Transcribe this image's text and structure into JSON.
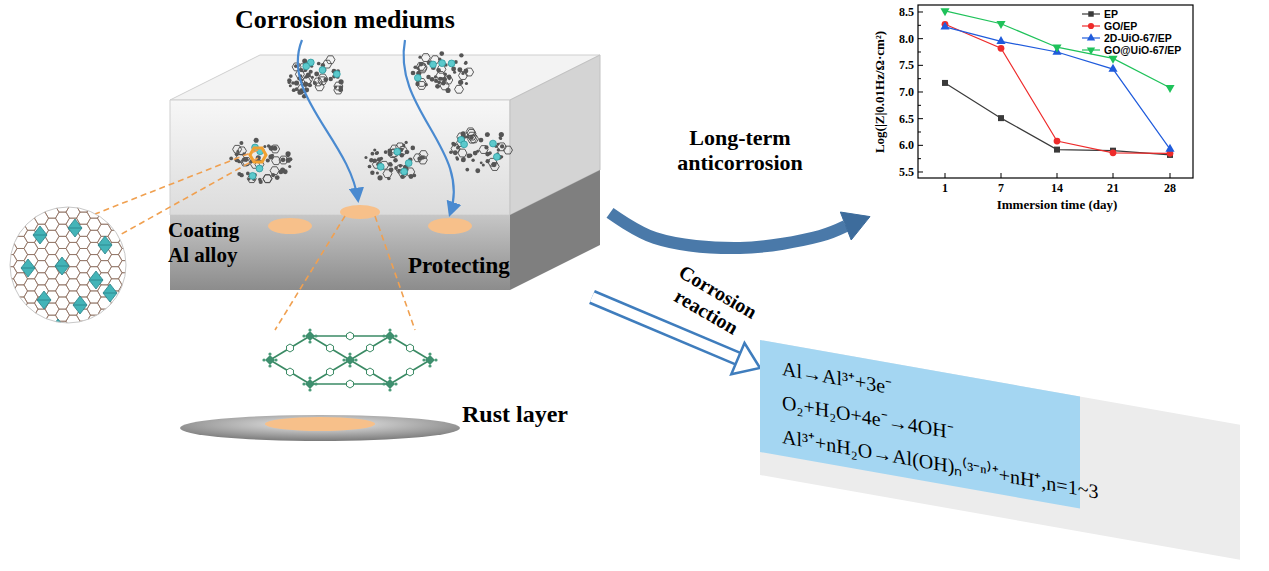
{
  "diagram": {
    "nodes": [
      {
        "text": [
          "Corrosion mediums",
          "Coating",
          "Al alloy",
          "Protecting"
        ]
      },
      {
        "text": [
          "Rust layer"
        ]
      },
      {
        "text": [
          "Log(|Z|0.01Hz/Ω·cm²)",
          "Immersion time (day)"
        ]
      },
      {
        "text": [
          "Al→Al³⁺+3e⁻",
          "O₂+H₂O+4e⁻→4OH⁻",
          "Al³⁺+nH₂O→Al(OH)ₙ⁽³⁻ⁿ⁾⁺+nH⁺,n=1~3"
        ]
      }
    ],
    "edges": [
      {
        "from": 0,
        "to": 2,
        "label": "Long-term anticorrosion",
        "arrow": "to"
      },
      {
        "from": 0,
        "to": 3,
        "label": "Corrosion reaction",
        "arrow": "to"
      }
    ],
    "labels": [
      "8.5",
      "8.0",
      "7.5",
      "7.0",
      "6.5",
      "6.0",
      "5.5",
      "1",
      "7",
      "14",
      "21",
      "28"
    ],
    "legend": [
      {
        "text": "EP"
      },
      {
        "text": "GO/EP"
      },
      {
        "text": "2D-UiO-67/EP"
      },
      {
        "text": "GO@UiO-67/EP"
      }
    ]
  }
}
